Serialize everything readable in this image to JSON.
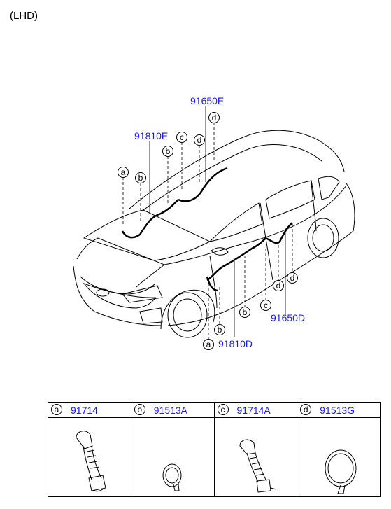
{
  "header": {
    "variant": "(LHD)"
  },
  "callouts": {
    "p91650E": "91650E",
    "p91810E": "91810E",
    "p91810D": "91810D",
    "p91650D": "91650D"
  },
  "letters": {
    "a": "a",
    "b": "b",
    "c": "c",
    "d": "d"
  },
  "parts_table": [
    {
      "letter": "a",
      "part_number": "91714"
    },
    {
      "letter": "b",
      "part_number": "91513A"
    },
    {
      "letter": "c",
      "part_number": "91714A"
    },
    {
      "letter": "d",
      "part_number": "91513G"
    }
  ]
}
